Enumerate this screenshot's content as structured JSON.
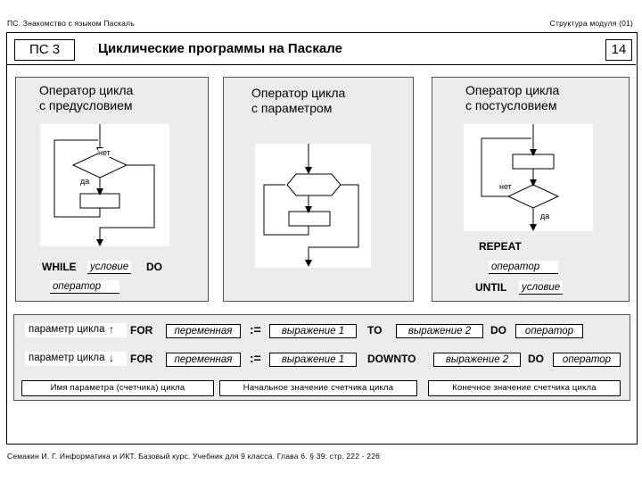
{
  "header": {
    "left": "ПС. Знакомство с языком Паскаль",
    "right": "Структура модуля (01)"
  },
  "slide": {
    "code": "ПС 3",
    "title": "Циклические программы на Паскале",
    "number": "14"
  },
  "panels": {
    "pre": {
      "title_line1": "Оператор цикла",
      "title_line2": "с предусловием",
      "flow_no": "нет",
      "flow_yes": "да",
      "kw_while": "WHILE",
      "cond": "условие",
      "kw_do": "DO",
      "stmt": "оператор"
    },
    "param": {
      "title_line1": "Оператор цикла",
      "title_line2": "с параметром"
    },
    "post": {
      "title_line1": "Оператор цикла",
      "title_line2": "с постусловием",
      "flow_no": "нет",
      "flow_yes": "да",
      "kw_repeat": "REPEAT",
      "stmt": "оператор",
      "kw_until": "UNTIL",
      "cond": "условие"
    }
  },
  "for_rows": [
    {
      "param": "параметр цикла",
      "arrow": "↑",
      "kw_for": "FOR",
      "variable": "переменная",
      "assign": ":=",
      "expr1": "выражение 1",
      "kw_to": "TO",
      "expr2": "выражение 2",
      "kw_do": "DO",
      "stmt": "оператор"
    },
    {
      "param": "параметр цикла",
      "arrow": "↓",
      "kw_for": "FOR",
      "variable": "переменная",
      "assign": ":=",
      "expr1": "выражение 1",
      "kw_to": "DOWNTO",
      "expr2": "выражение 2",
      "kw_do": "DO",
      "stmt": "оператор"
    }
  ],
  "legend": {
    "name": "Имя параметра (счетчика) цикла",
    "start": "Начальное значение счетчика цикла",
    "end": "Конечное значение счетчика цикла"
  },
  "footer": "Семакин И. Г.  Информатика и ИКТ.  Базовый курс.  Учебник  для  9 класса.  Глава 6.  § 39:  стр. 222 - 226"
}
